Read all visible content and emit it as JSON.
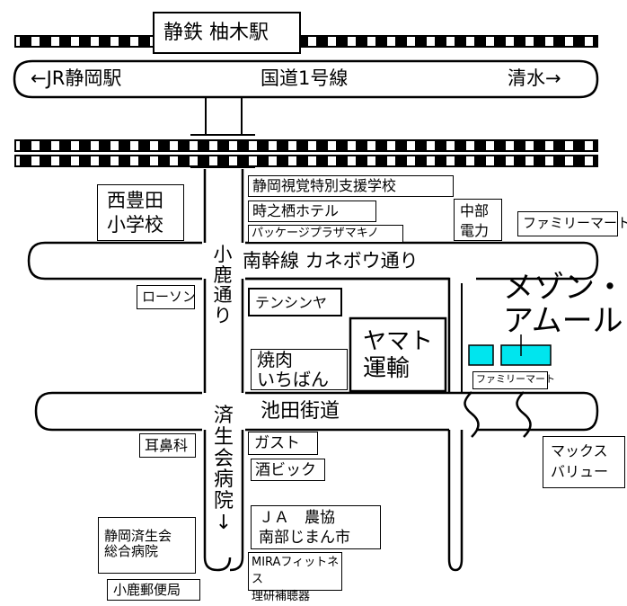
{
  "colors": {
    "road_line": "#000000",
    "rail": "#000000",
    "destination_building": "#00e5ee",
    "background": "#ffffff"
  },
  "station": {
    "label": "静鉄 柚木駅"
  },
  "route1": {
    "left": "←JR静岡駅",
    "center": "国道1号線",
    "right": "清水→"
  },
  "streets": {
    "nankan": "南幹線 カネボウ通り",
    "kojika": "小\n鹿\n通\nり",
    "ikeda": "池田街道",
    "saiseikai": "済\n生\n会\n病\n院\n↓"
  },
  "places": {
    "school": "西豊田\n小学校",
    "lawson": "ローソン",
    "shizuoka_school": "静岡視覚特別支援学校",
    "hotel": "時之栖ホテル",
    "package": "パッケージプラザマキノ",
    "chubu": "中部\n電力",
    "familymart1": "ファミリーマート",
    "tenshinya": "テンシンヤ",
    "yakiniku": "焼肉\nいちばん",
    "yamato": "ヤマト\n運輸",
    "maison": "メゾン・\nアムール",
    "familymart2": "ファミリーマート",
    "jibika": "耳鼻科",
    "gusto": "ガスト",
    "sakabic": "酒ビック",
    "ja": "ＪＡ　農協\n南部じまん市",
    "maxvalu": "マックス\nバリュー",
    "hospital": "静岡済生会\n総合病院",
    "mira": "MIRAフィットネス\n理研補聴器",
    "post": "小鹿郵便局"
  },
  "icons": {
    "destination": "building-marker-icon",
    "river": "river-wave-icon",
    "arrow": "arrow-icon"
  }
}
